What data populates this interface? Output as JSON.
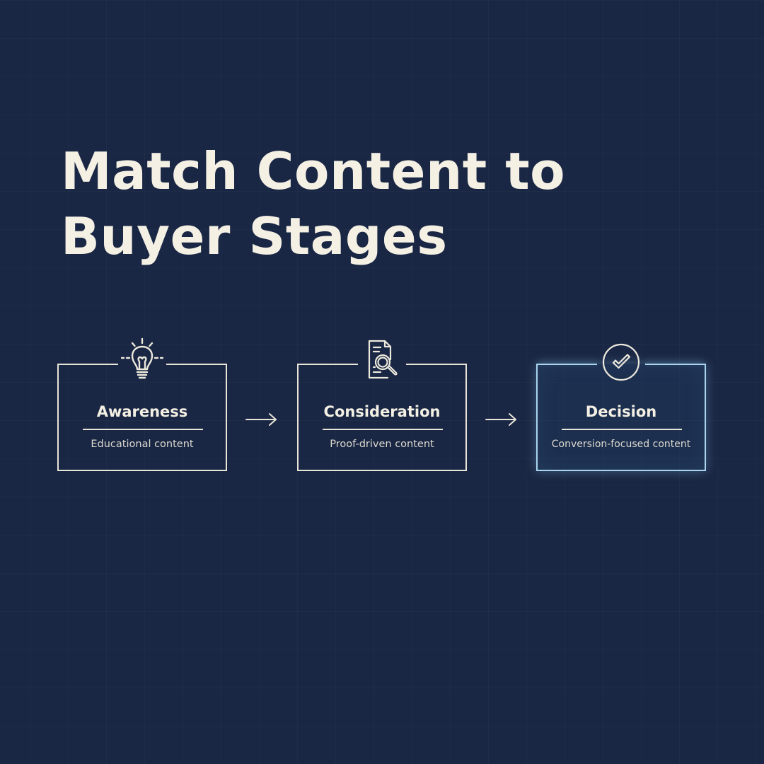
{
  "title": {
    "line1": "Match Content to",
    "line2": "Buyer Stages"
  },
  "colors": {
    "background": "#1a2744",
    "text": "#f4f0e4",
    "highlight_border": "#a9d4ee"
  },
  "stages": [
    {
      "label": "Awareness",
      "description": "Educational content",
      "icon": "lightbulb-icon"
    },
    {
      "label": "Consideration",
      "description": "Proof-driven content",
      "icon": "document-search-icon"
    },
    {
      "label": "Decision",
      "description": "Conversion-focused content",
      "icon": "check-circle-icon",
      "highlighted": true
    }
  ],
  "connectors": [
    {
      "icon": "arrow-right-icon"
    },
    {
      "icon": "arrow-right-icon"
    }
  ]
}
